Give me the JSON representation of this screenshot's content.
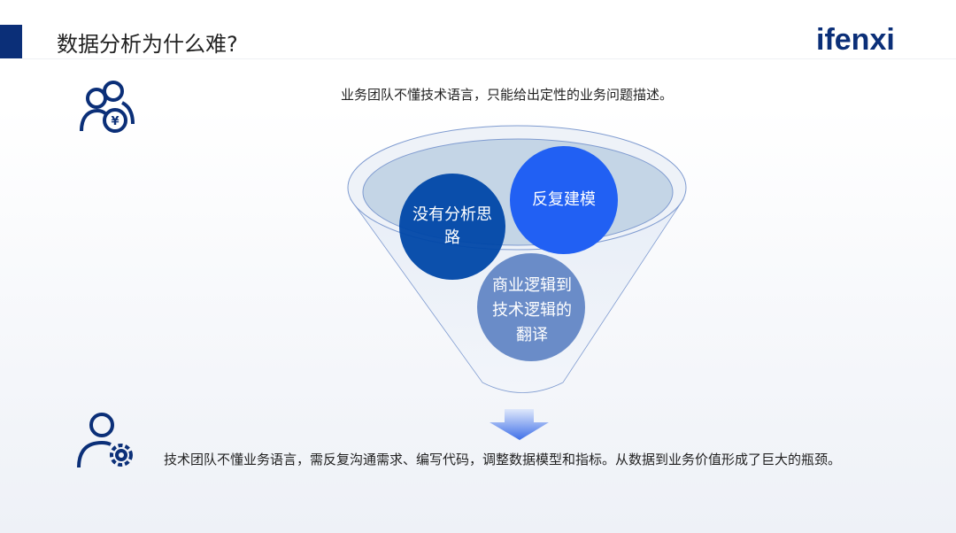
{
  "header": {
    "title": "数据分析为什么难?",
    "logo": "ifenxi"
  },
  "business_text": "业务团队不懂技术语言，只能给出定性的业务问题描述。",
  "tech_text": "技术团队不懂业务语言，需反复沟通需求、编写代码，调整数据模型和指标。从数据到业务价值形成了巨大的瓶颈。",
  "funnel": {
    "circles": [
      {
        "label": "没有分析思路",
        "color": "#0047a8"
      },
      {
        "label": "反复建模",
        "color": "#2160f3"
      },
      {
        "label": "商业逻辑到技术逻辑的翻译",
        "color": "#6a8cc8"
      }
    ]
  },
  "icons": {
    "business": "users-yuan-icon",
    "tech": "user-gear-icon",
    "arrow": "arrow-down-icon"
  }
}
